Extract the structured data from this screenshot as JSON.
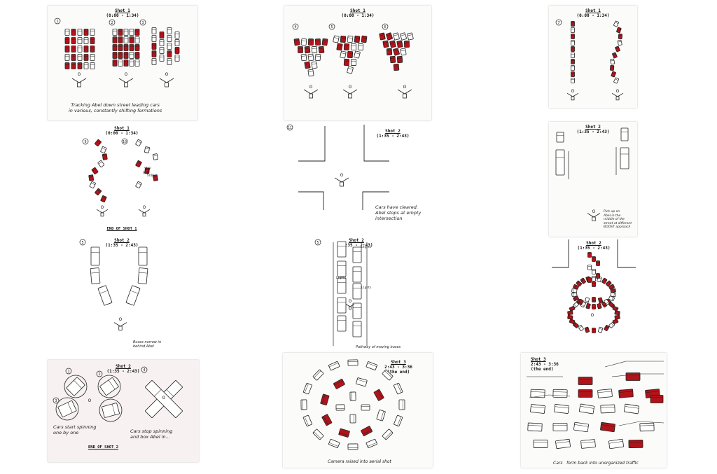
{
  "panels": [
    {
      "id": 1,
      "title": "Shot 1",
      "timecode": "(0:00 - 1:34)",
      "caption": "Tracking Abel down street leading cars\nin various, constantly shifting formations",
      "numbers": [
        "1",
        "2",
        "3"
      ]
    },
    {
      "id": 2,
      "title": "Shot 1",
      "timecode": "(0:00 - 1:34)",
      "caption": "",
      "numbers": [
        "4",
        "5",
        "6"
      ]
    },
    {
      "id": 3,
      "title": "Shot 1",
      "timecode": "(0:00 - 1:34)",
      "caption": "",
      "numbers": [
        "7"
      ]
    },
    {
      "id": 4,
      "title": "Shot 1",
      "timecode": "(0:00 - 1:34)",
      "caption": "",
      "numbers": [
        "9",
        "10"
      ],
      "end_label": "END OF SHOT 1",
      "labels": [
        "STOP",
        "STOP",
        "STOP"
      ]
    },
    {
      "id": 5,
      "title": "Shot 2",
      "timecode": "(1:35 - 2:43)",
      "caption": "Cars have cleared.\nAbel stops at empty\nintersection",
      "numbers": [
        "11"
      ]
    },
    {
      "id": 6,
      "title": "Shot 2",
      "timecode": "(1:35 - 2:43)",
      "caption": "Pick up on\nAbel in the\nmiddle of the\nstreet at different\nBOOST approach",
      "numbers": []
    },
    {
      "id": 7,
      "title": "Shot 2",
      "timecode": "(1:35 - 2:43)",
      "caption": "Buses narrow in\nbehind Abel",
      "numbers": [
        "5"
      ]
    },
    {
      "id": 8,
      "title": "Shot 2",
      "timecode": "(1:35 - 2:43)",
      "caption": "Pathway of moving buses",
      "numbers": [
        "5"
      ],
      "labels": [
        "Lights",
        "Lights",
        "Lights"
      ]
    },
    {
      "id": 9,
      "title": "Shot 2",
      "timecode": "(1:35 - 2:43)",
      "caption": "",
      "numbers": []
    },
    {
      "id": 10,
      "title": "Shot 2",
      "timecode": "(1:35 - 2:43)",
      "caption": "Cars start spinning\none by one",
      "caption2": "Cars stop spinning\nand box Abel in...",
      "numbers": [
        "1",
        "2",
        "3",
        "4"
      ],
      "end_label": "END OF SHOT 2"
    },
    {
      "id": 11,
      "title": "Shot 3",
      "timecode": "2:43 - 3:36",
      "timecode2": "(the end)",
      "caption": "Camera raised into aerial shot",
      "numbers": []
    },
    {
      "id": 12,
      "title": "Shot 3",
      "timecode": "2:43 - 3:36",
      "timecode2": "(the end)",
      "caption": "Cars   form back into unorganized traffic",
      "numbers": []
    }
  ],
  "colors": {
    "red": "#b0141a",
    "ink": "#222222",
    "paper": "#fbfbfa"
  }
}
